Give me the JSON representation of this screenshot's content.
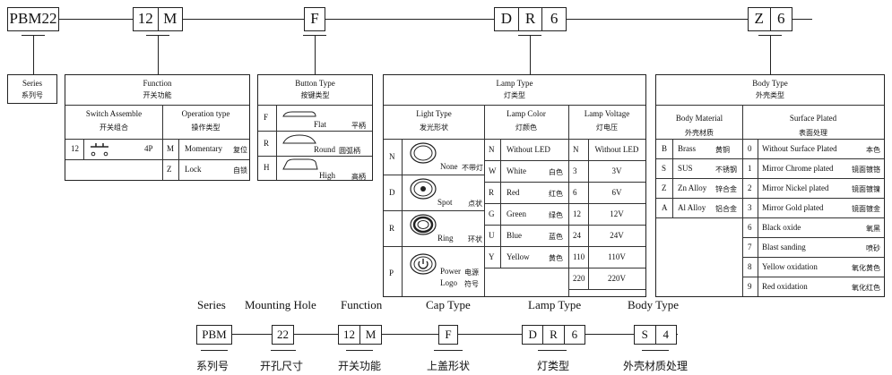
{
  "top_code": {
    "series": "PBM22",
    "function": [
      "12",
      "M"
    ],
    "button": [
      "F"
    ],
    "lamp": [
      "D",
      "R",
      "6"
    ],
    "body": [
      "Z",
      "6"
    ]
  },
  "series": {
    "title_en": "Series",
    "title_cn": "系列号"
  },
  "function": {
    "title_en": "Function",
    "title_cn": "开关功能",
    "switch": {
      "title_en": "Switch Assemble",
      "title_cn": "开关组合",
      "code": "12",
      "label": "4P"
    },
    "operation": {
      "title_en": "Operation type",
      "title_cn": "操作类型",
      "rows": [
        {
          "code": "M",
          "en": "Momentary",
          "cn": "复位"
        },
        {
          "code": "Z",
          "en": "Lock",
          "cn": "自锁"
        }
      ]
    }
  },
  "button": {
    "title_en": "Button  Type",
    "title_cn": "按键类型",
    "rows": [
      {
        "code": "F",
        "en": "Flat",
        "cn": "平柄"
      },
      {
        "code": "R",
        "en": "Round",
        "cn": "圆弧柄"
      },
      {
        "code": "H",
        "en": "High",
        "cn": "高柄"
      }
    ]
  },
  "lamp": {
    "title_en": "Lamp  Type",
    "title_cn": "灯类型",
    "light": {
      "title_en": "Light Type",
      "title_cn": "发光形状",
      "rows": [
        {
          "code": "N",
          "en": "None",
          "cn": "不带灯"
        },
        {
          "code": "D",
          "en": "Spot",
          "cn": "点状"
        },
        {
          "code": "R",
          "en": "Ring",
          "cn": "环状"
        },
        {
          "code": "P",
          "en1": "Power",
          "cn1": "电源",
          "en2": "Logo",
          "cn2": "符号"
        }
      ]
    },
    "color": {
      "title_en": "Lamp  Color",
      "title_cn": "灯颜色",
      "rows": [
        {
          "code": "N",
          "en": "Without LED",
          "cn": ""
        },
        {
          "code": "W",
          "en": "White",
          "cn": "白色"
        },
        {
          "code": "R",
          "en": "Red",
          "cn": "红色"
        },
        {
          "code": "G",
          "en": "Green",
          "cn": "绿色"
        },
        {
          "code": "U",
          "en": "Blue",
          "cn": "蓝色"
        },
        {
          "code": "Y",
          "en": "Yellow",
          "cn": "黄色"
        }
      ]
    },
    "voltage": {
      "title_en": "Lamp Voltage",
      "title_cn": "灯电压",
      "rows": [
        {
          "code": "N",
          "val": "Without LED"
        },
        {
          "code": "3",
          "val": "3V"
        },
        {
          "code": "6",
          "val": "6V"
        },
        {
          "code": "12",
          "val": "12V"
        },
        {
          "code": "24",
          "val": "24V"
        },
        {
          "code": "110",
          "val": "110V"
        },
        {
          "code": "220",
          "val": "220V"
        }
      ]
    }
  },
  "body": {
    "title_en": "Body Type",
    "title_cn": "外壳类型",
    "material": {
      "title_en": "Body Material",
      "title_cn": "外壳材质",
      "rows": [
        {
          "code": "B",
          "en": "Brass",
          "cn": "黄铜"
        },
        {
          "code": "S",
          "en": "SUS",
          "cn": "不锈钢"
        },
        {
          "code": "Z",
          "en": "Zn Alloy",
          "cn": "锌合金"
        },
        {
          "code": "A",
          "en": "Al Alloy",
          "cn": "铝合金"
        }
      ]
    },
    "surface": {
      "title_en": "Surface Plated",
      "title_cn": "表面处理",
      "rows": [
        {
          "code": "0",
          "en": "Without Surface Plated",
          "cn": "本色"
        },
        {
          "code": "1",
          "en": "Mirror Chrome plated",
          "cn": "镜面镀铬"
        },
        {
          "code": "2",
          "en": "Mirror Nickel plated",
          "cn": "镜面镀镍"
        },
        {
          "code": "3",
          "en": "Mirror Gold plated",
          "cn": "镜面镀金"
        },
        {
          "code": "6",
          "en": "Black oxide",
          "cn": "氧黑"
        },
        {
          "code": "7",
          "en": "Blast sanding",
          "cn": "喷砂"
        },
        {
          "code": "8",
          "en": "Yellow oxidation",
          "cn": "氧化黄色"
        },
        {
          "code": "9",
          "en": "Red oxidation",
          "cn": "氧化红色"
        }
      ]
    }
  },
  "bottom": {
    "labels": [
      "Series",
      "Mounting Hole",
      "Function",
      "Cap Type",
      "Lamp  Type",
      "Body Type"
    ],
    "codes": {
      "series": "PBM",
      "hole": "22",
      "function": [
        "12",
        "M"
      ],
      "cap": "F",
      "lamp": [
        "D",
        "R",
        "6"
      ],
      "body": [
        "S",
        "4"
      ]
    },
    "cn": [
      "系列号",
      "开孔尺寸",
      "开关功能",
      "上盖形状",
      "灯类型",
      "外壳材质处理"
    ]
  }
}
